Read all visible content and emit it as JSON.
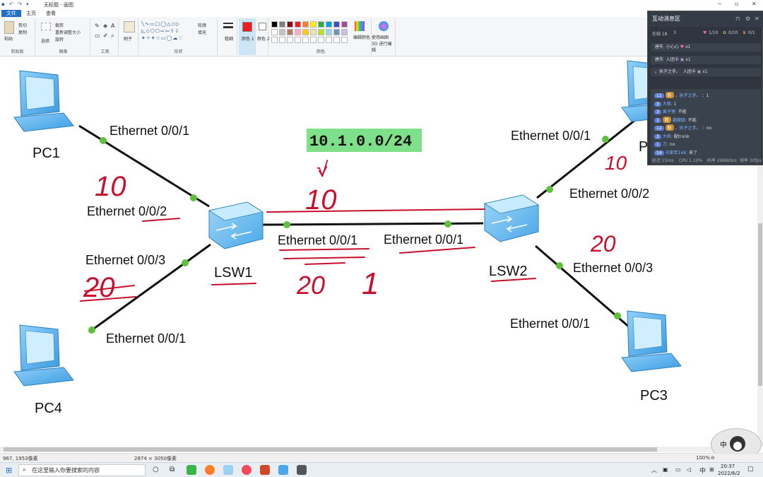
{
  "window": {
    "title": "无标题 - 画图",
    "quick_access": "▪ ↶ ↷ ▾"
  },
  "tabs": [
    "文件",
    "主页",
    "查看"
  ],
  "ribbon": {
    "clipboard": {
      "paste": "粘贴",
      "cut": "剪切",
      "copy": "复制",
      "label": "剪贴板"
    },
    "image": {
      "select": "选择",
      "crop": "裁剪",
      "resize": "重新调整大小",
      "rotate": "旋转",
      "label": "图像"
    },
    "tools": {
      "label": "工具"
    },
    "brushes": {
      "label": "刷子"
    },
    "shapes": {
      "outline": "轮廓",
      "fill": "填充",
      "label": "形状"
    },
    "size": {
      "label": "粗细"
    },
    "color1": {
      "label": "颜色 1"
    },
    "color2": {
      "label": "颜色 2"
    },
    "colors": {
      "label": "颜色",
      "edit": "编辑颜色"
    },
    "paint3d": {
      "label": "使用画图 3D 进行编辑"
    },
    "palette": [
      "#000000",
      "#7f7f7f",
      "#880015",
      "#ed1c24",
      "#ff7f27",
      "#fff200",
      "#22b14c",
      "#00a2e8",
      "#3f48cc",
      "#a349a4",
      "#ffffff",
      "#c3c3c3",
      "#b97a57",
      "#ffaec9",
      "#ffc90e",
      "#efe4b0",
      "#b5e61d",
      "#99d9ea",
      "#7092be",
      "#c8bfe7"
    ],
    "accent": "#1e6fcc"
  },
  "diagram": {
    "network_label": "10.1.0.0/24",
    "switches": {
      "lsw1": "LSW1",
      "lsw2": "LSW2"
    },
    "pcs": {
      "pc1": "PC1",
      "pc2": "PC",
      "pc3": "PC3",
      "pc4": "PC4"
    },
    "ports": {
      "pc1": "Ethernet 0/0/1",
      "lsw1_e2": "Ethernet 0/0/2",
      "lsw1_e3": "Ethernet 0/0/3",
      "pc4": "Ethernet 0/0/1",
      "lsw1_e1": "Ethernet 0/0/1",
      "lsw2_e1": "Ethernet 0/0/1",
      "pc2": "Ethernet 0/0/1",
      "lsw2_e2": "Ethernet 0/0/2",
      "lsw2_e3": "Ethernet 0/0/3",
      "pc3": "Ethernet 0/0/1"
    },
    "annotations": {
      "vlan10_left": "10",
      "vlan20_left": "20",
      "trunk_top": "10",
      "trunk_bottom": "20",
      "trunk_bottom2": "1",
      "vlan10_right": "10",
      "vlan20_right": "20",
      "check": "√"
    },
    "colors": {
      "link": "#111111",
      "dot": "#5ec03c",
      "ink": "#c8102e",
      "label_bg": "#7fe08a",
      "pc": "#4aa8e8",
      "switch": "#5fb8ec"
    }
  },
  "chat": {
    "title": "互动消息区",
    "stats": {
      "online": "在线 18",
      "count": "3",
      "likes": "1/10",
      "gifts": "0/10",
      "fans": "0/1"
    },
    "gifts": [
      {
        "user": "唐失",
        "text": "小心心",
        "count": "x1"
      },
      {
        "user": "唐失",
        "text": "入团卡",
        "count": "x1"
      },
      {
        "user": "。执子之手。",
        "text": "入团卡",
        "count": "x1"
      }
    ],
    "messages": [
      {
        "lv": "12",
        "medal": "粉",
        "name": "。执子之手。",
        "text": "：1"
      },
      {
        "lv": "3",
        "medal": "",
        "name": "大耗:",
        "text": "1"
      },
      {
        "lv": "3",
        "medal": "",
        "name": "果子狸:",
        "text": "不能"
      },
      {
        "lv": "1",
        "medal": "粉",
        "name": "趣朦胧:",
        "text": "不能"
      },
      {
        "lv": "12",
        "medal": "粉",
        "name": "。执子之手。",
        "text": "：no"
      },
      {
        "lv": "3",
        "medal": "",
        "name": "大耗:",
        "text": "配trunk"
      },
      {
        "lv": "1",
        "medal": "",
        "name": "刀:",
        "text": "no"
      },
      {
        "lv": "14",
        "medal": "",
        "name": "刘家若168:",
        "text": "来了"
      }
    ],
    "footer": {
      "delay": "延迟 15ms",
      "cpu": "CPU 1.10%",
      "rate": "码率 2996kb/s",
      "fps": "帧率 30fps"
    }
  },
  "status": {
    "cursor": "967, 1953像素",
    "size": "2874 × 3050像素",
    "zoom": "100%"
  },
  "taskbar": {
    "search_placeholder": "在这里输入你要搜索的内容",
    "ime": "中",
    "time": "20:37",
    "date": "2022/6/2"
  }
}
